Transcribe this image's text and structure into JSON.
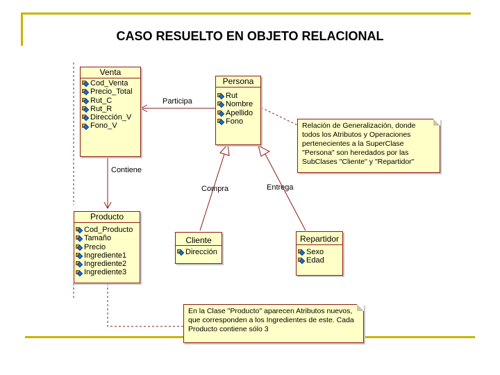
{
  "title": "CASO RESUELTO EN OBJETO RELACIONAL",
  "colors": {
    "frame": "#c8b400",
    "class_fill": "#ffffc8",
    "class_border": "#8b1a1a"
  },
  "classes": {
    "venta": {
      "name": "Venta",
      "attributes": [
        "Cod_Venta",
        "Precio_Total",
        "Rut_C",
        "Rut_R",
        "Dirección_V",
        "Fono_V"
      ]
    },
    "persona": {
      "name": "Persona",
      "attributes": [
        "Rut",
        "Nombre",
        "Apellido",
        "Fono"
      ]
    },
    "producto": {
      "name": "Producto",
      "attributes": [
        "Cod_Producto",
        "Tamaño",
        "Precio",
        "Ingrediente1",
        "Ingrediente2",
        "Ingrediente3"
      ]
    },
    "cliente": {
      "name": "Cliente",
      "attributes": [
        "Dirección"
      ]
    },
    "repartidor": {
      "name": "Repartidor",
      "attributes": [
        "Sexo",
        "Edad"
      ]
    }
  },
  "relations": {
    "participa": "Participa",
    "contiene": "Contiene",
    "compra": "Compra",
    "entrega": "Entrega"
  },
  "notes": {
    "generalizacion": "Relación de Generalización, donde todos los Atributos y Operaciones pertenecientes a la SuperClase \"Persona\" son heredados por las SubClases \"Cliente\" y \"Repartidor\"",
    "producto": "En la Clase \"Producto\" aparecen Atributos nuevos, que corresponden a los Ingredientes de este. Cada Producto contiene sólo 3"
  },
  "attribute_icon": "attribute-icon"
}
